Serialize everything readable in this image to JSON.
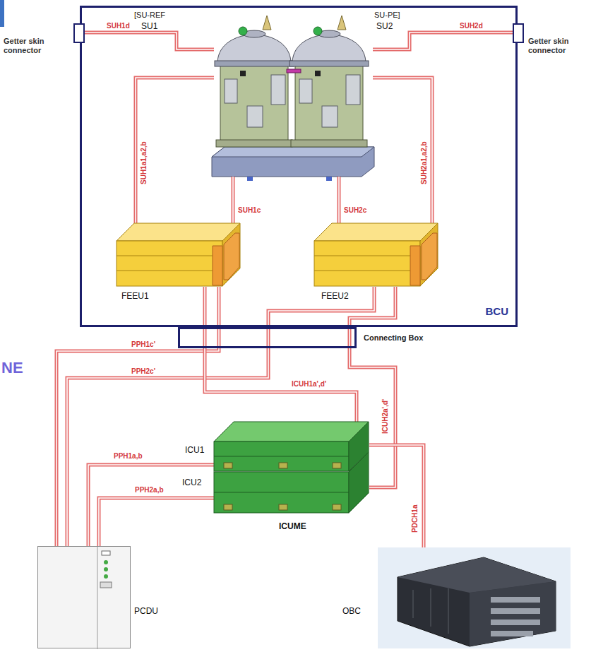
{
  "diagram": {
    "nodes": [
      {
        "text": [
          "BCU"
        ]
      },
      {
        "text": [
          "[SU-REF",
          "SU1"
        ],
        "in": 0
      },
      {
        "text": [
          "SU-PE]",
          "SU2"
        ],
        "in": 0
      },
      {
        "text": [
          "Getter skin connector"
        ]
      },
      {
        "text": [
          "Getter skin connector"
        ]
      },
      {
        "text": [
          "FEEU1"
        ],
        "in": 0
      },
      {
        "text": [
          "FEEU2"
        ],
        "in": 0
      },
      {
        "text": [
          "Connecting Box"
        ]
      },
      {
        "text": [
          "ICU1"
        ]
      },
      {
        "text": [
          "ICU2"
        ]
      },
      {
        "text": [
          "PCDU"
        ]
      },
      {
        "text": [
          "OBC"
        ]
      }
    ],
    "edges": [
      {
        "from": 3,
        "to": 1,
        "label": "SUH1d",
        "arrow": "none"
      },
      {
        "from": 2,
        "to": 4,
        "label": "SUH2d",
        "arrow": "none"
      },
      {
        "from": 5,
        "to": 1,
        "label": "SUH1a1,a2,b",
        "arrow": "none"
      },
      {
        "from": 6,
        "to": 2,
        "label": "SUH2a1,a2,b",
        "arrow": "none"
      },
      {
        "from": 5,
        "to": 1,
        "label": "SUH1c",
        "arrow": "none"
      },
      {
        "from": 6,
        "to": 2,
        "label": "SUH2c",
        "arrow": "none"
      },
      {
        "from": 10,
        "to": 5,
        "label": "PPH1c'",
        "arrow": "none"
      },
      {
        "from": 10,
        "to": 6,
        "label": "PPH2c'",
        "arrow": "none"
      },
      {
        "from": 8,
        "to": 5,
        "label": "ICUH1a',d'",
        "arrow": "none"
      },
      {
        "from": 9,
        "to": 6,
        "label": "ICUH2a',d'",
        "arrow": "none"
      },
      {
        "from": 10,
        "to": 8,
        "label": "PPH1a,b",
        "arrow": "none"
      },
      {
        "from": 10,
        "to": 9,
        "label": "PPH2a,b",
        "arrow": "none"
      },
      {
        "from": 11,
        "to": 8,
        "label": "PDCH1a",
        "arrow": "none"
      }
    ],
    "labels": [
      "NE",
      "ICUME"
    ]
  }
}
